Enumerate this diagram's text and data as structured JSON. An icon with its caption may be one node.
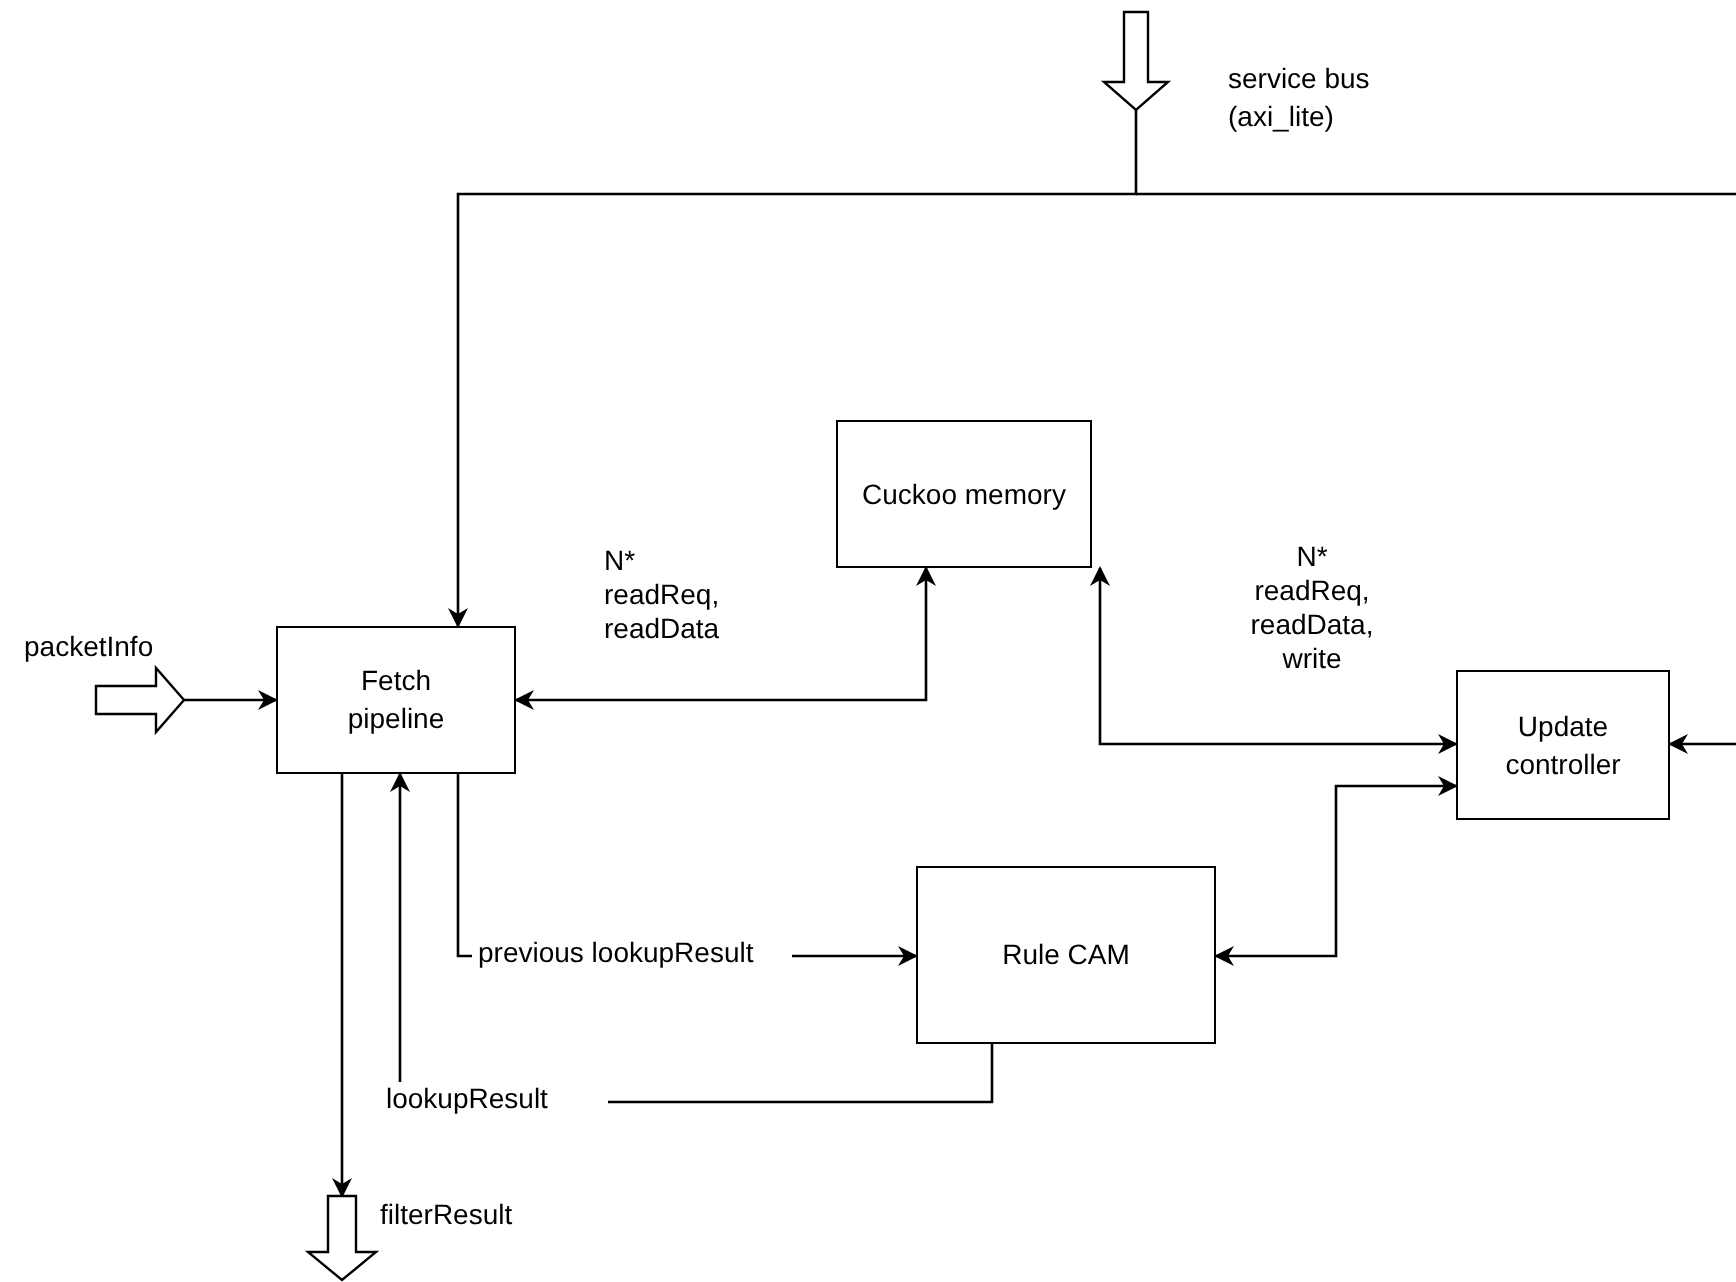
{
  "diagram": {
    "nodes": [
      {
        "text": [
          "Fetch pipeline"
        ]
      },
      {
        "text": [
          "Cuckoo memory"
        ]
      },
      {
        "text": [
          "Update controller"
        ]
      },
      {
        "text": [
          "Rule CAM"
        ]
      }
    ],
    "edges": [
      {
        "from": 0,
        "to": 1,
        "arrow": "both",
        "label": "N* readReq, readData"
      },
      {
        "from": 1,
        "to": 2,
        "arrow": "both",
        "label": "N* readReq, readData, write"
      },
      {
        "from": 0,
        "to": 3,
        "arrow": "to",
        "label": "previous lookupResult"
      },
      {
        "from": 3,
        "to": 0,
        "arrow": "to",
        "label": "lookupResult"
      },
      {
        "from": 3,
        "to": 2,
        "arrow": "both"
      },
      {
        "from": null,
        "to": 0,
        "arrow": "to"
      },
      {
        "from": null,
        "to": 2,
        "arrow": "to"
      },
      {
        "from": null,
        "to": 0,
        "arrow": "to"
      },
      {
        "from": 0,
        "to": null,
        "arrow": "to"
      }
    ],
    "labels": [
      "service bus (axi_lite)",
      "packetInfo",
      "filterResult"
    ]
  }
}
